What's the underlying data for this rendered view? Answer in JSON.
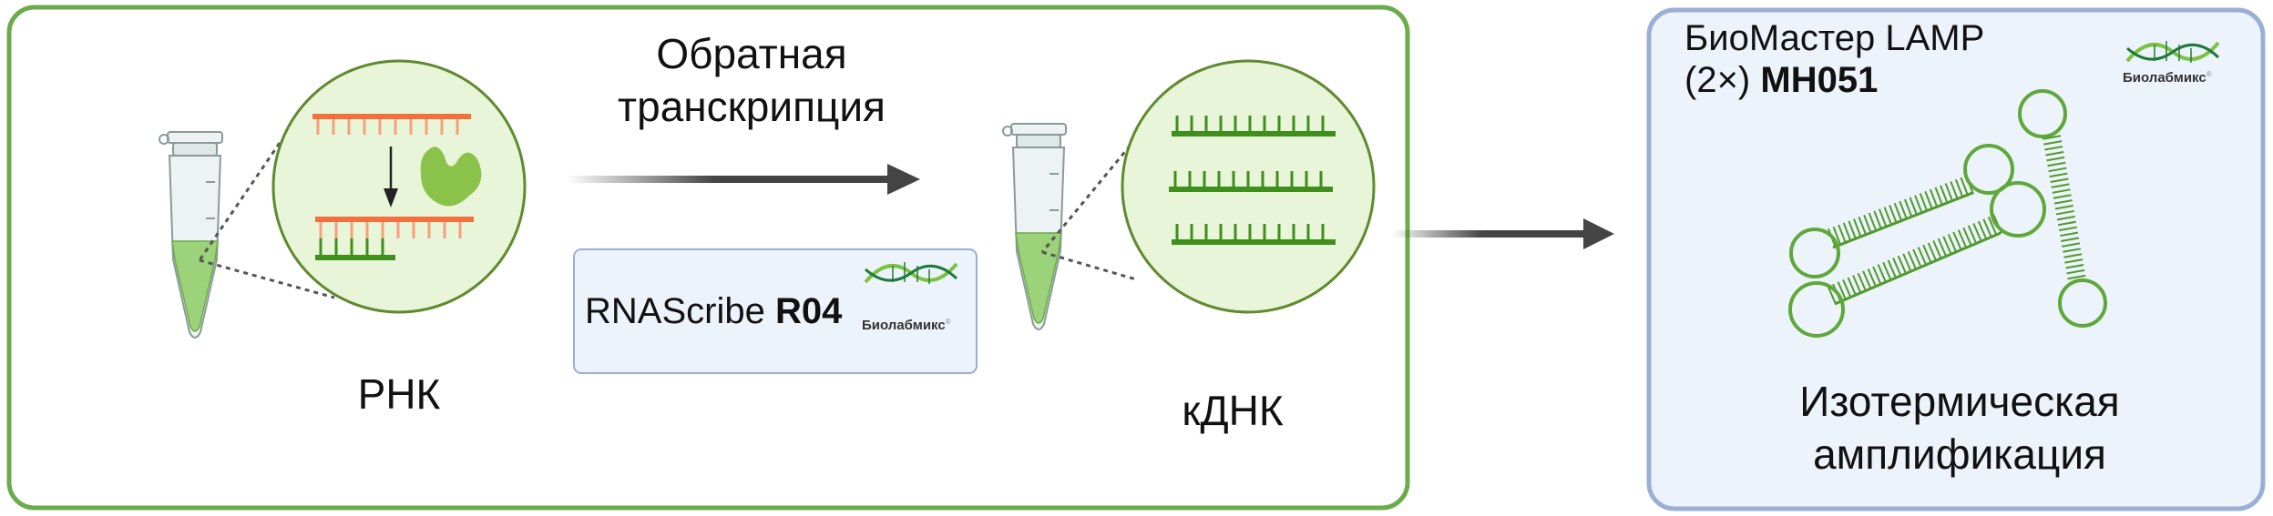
{
  "step1": {
    "label_line1": "Обратная",
    "label_line2": "транскрипция",
    "source_label": "РНК",
    "product_label": "кДНК",
    "kit": {
      "name": "RNAScribe",
      "code": "R04",
      "brand": "Биолабмикс",
      "brand_mark": "®"
    }
  },
  "step2": {
    "kit": {
      "name": "БиоМастер LAMP",
      "prefix": "(2×)",
      "code": "MH051",
      "brand": "Биолабмикс",
      "brand_mark": "®"
    },
    "label_line1": "Изотермическая",
    "label_line2": "амплификация"
  },
  "colors": {
    "frame_green": "#6aab4a",
    "frame_blue": "#9aafd6",
    "panel_blue": "#edf3fb",
    "rna_orange": "#f2703e",
    "dna_green": "#3f8f1c",
    "circle_fill": "#e9f5d9",
    "liquid": "#9bd27a"
  }
}
